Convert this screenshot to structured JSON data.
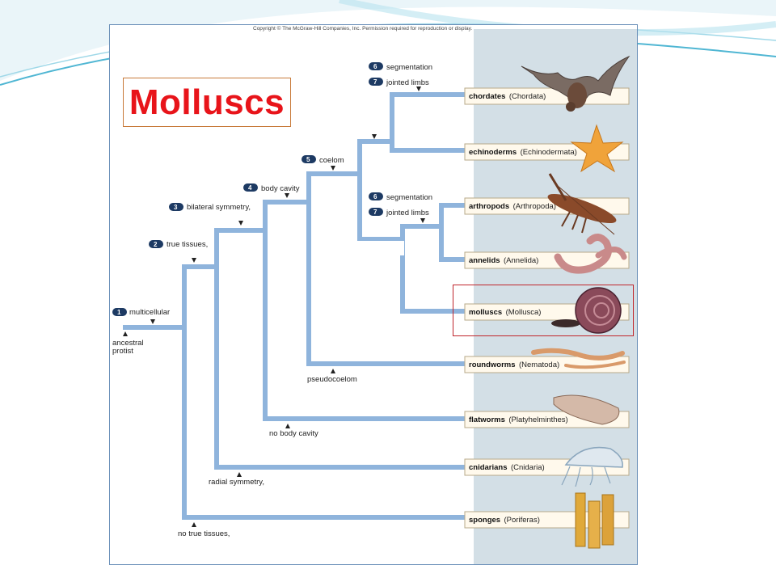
{
  "slide": {
    "title": "Molluscs",
    "copyright": "Copyright © The McGraw-Hill Companies, Inc. Permission required for reproduction or display."
  },
  "root": {
    "label": "ancestral protist",
    "line1": "ancestral",
    "line2": "protist"
  },
  "traits": [
    {
      "num": "1",
      "label": "multicellular"
    },
    {
      "num": "2",
      "label": "true tissues,"
    },
    {
      "num": "3",
      "label": "bilateral symmetry,"
    },
    {
      "num": "4",
      "label": "body cavity"
    },
    {
      "num": "5",
      "label": "coelom"
    },
    {
      "num": "6",
      "label": "segmentation"
    },
    {
      "num": "7",
      "label": "jointed limbs"
    },
    {
      "num": "6",
      "label": "segmentation"
    },
    {
      "num": "7",
      "label": "jointed limbs"
    }
  ],
  "alt_traits": {
    "pseudocoelom": "pseudocoelom",
    "no_body_cavity": "no body cavity",
    "radial_symmetry": "radial symmetry,",
    "no_true_tissues": "no true tissues,"
  },
  "groups": [
    {
      "common": "chordates",
      "sci": "(Chordata)",
      "icon": "bat-icon"
    },
    {
      "common": "echinoderms",
      "sci": "(Echinodermata)",
      "icon": "starfish-icon"
    },
    {
      "common": "arthropods",
      "sci": "(Arthropoda)",
      "icon": "lobster-icon"
    },
    {
      "common": "annelids",
      "sci": "(Annelida)",
      "icon": "earthworm-icon"
    },
    {
      "common": "molluscs",
      "sci": "(Mollusca)",
      "icon": "snail-icon"
    },
    {
      "common": "roundworms",
      "sci": "(Nematoda)",
      "icon": "roundworm-icon"
    },
    {
      "common": "flatworms",
      "sci": "(Platyhelminthes)",
      "icon": "flatworm-icon"
    },
    {
      "common": "cnidarians",
      "sci": "(Cnidaria)",
      "icon": "jellyfish-icon"
    },
    {
      "common": "sponges",
      "sci": "(Poriferas)",
      "icon": "sponge-icon"
    }
  ],
  "highlighted_group": "molluscs",
  "colors": {
    "branch": "#8fb4dc",
    "title": "#e8141a",
    "panel": "#d3dfe6",
    "highlight": "#c0262c",
    "badge": "#1d3a63"
  }
}
